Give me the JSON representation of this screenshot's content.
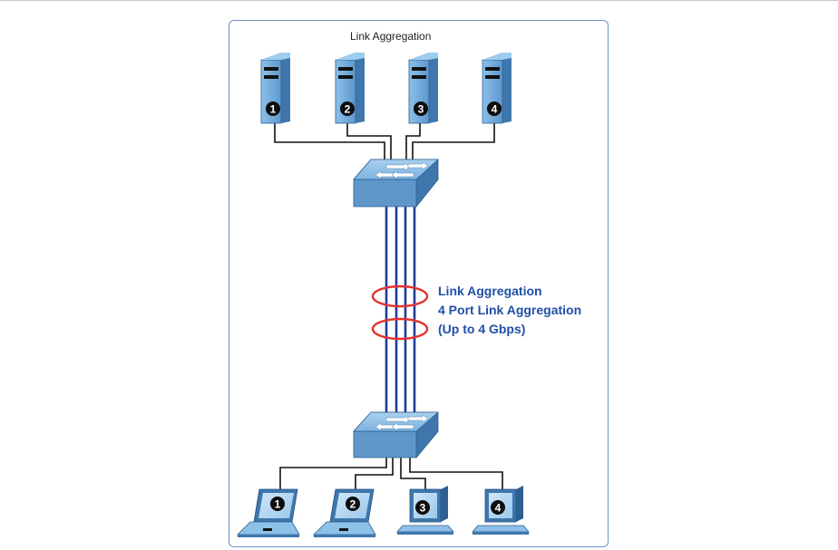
{
  "diagram": {
    "title": "Link Aggregation",
    "aggregation_labels": [
      "Link Aggregation",
      "4 Port Link Aggregation",
      "(Up to 4 Gbps)"
    ],
    "servers": [
      {
        "number": "1"
      },
      {
        "number": "2"
      },
      {
        "number": "3"
      },
      {
        "number": "4"
      }
    ],
    "clients": [
      {
        "number": "1",
        "kind": "laptop"
      },
      {
        "number": "2",
        "kind": "laptop"
      },
      {
        "number": "3",
        "kind": "desktop"
      },
      {
        "number": "4",
        "kind": "desktop"
      }
    ],
    "aggregated_links": 4,
    "colors": {
      "device_fill": "#6fa8d8",
      "device_dark": "#3f77ad",
      "aggregated_link": "#1c3d9a",
      "ring": "#e5322d",
      "label": "#1f4fa8",
      "frame": "#6f93c4"
    }
  }
}
